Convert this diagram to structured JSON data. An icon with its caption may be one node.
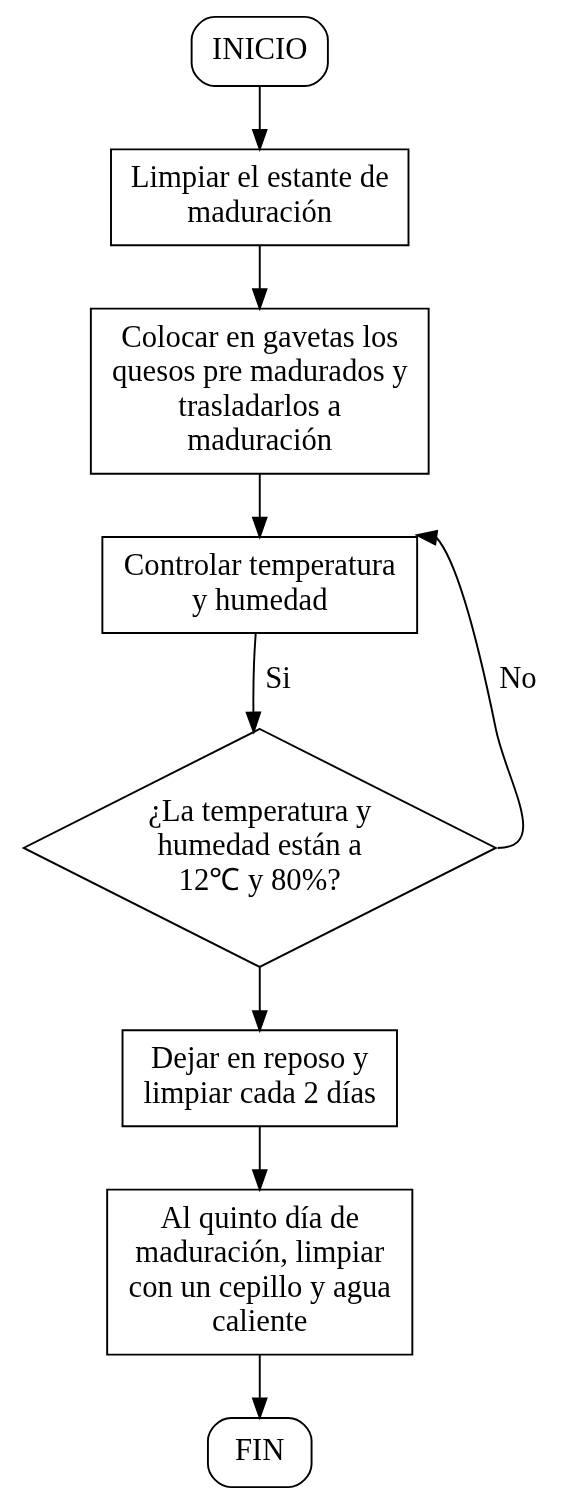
{
  "diagram": {
    "nodes": [
      {
        "text": [
          "INICIO"
        ]
      },
      {
        "text": [
          "Limpiar el estante de maduración"
        ]
      },
      {
        "text": [
          "Colocar en gavetas los quesos pre madurados y trasladarlos a maduración"
        ]
      },
      {
        "text": [
          "Controlar temperatura y humedad"
        ]
      },
      {
        "text": [
          "¿La temperatura y humedad están a 12℃ y 80%?"
        ]
      },
      {
        "text": [
          "Dejar en reposo y limpiar cada 2 días"
        ]
      },
      {
        "text": [
          "Al quinto día de maduración, limpiar con un cepillo y agua caliente"
        ]
      },
      {
        "text": [
          "FIN"
        ]
      }
    ],
    "edges": [
      {
        "from": 0,
        "to": 1,
        "arrow": "to"
      },
      {
        "from": 1,
        "to": 2,
        "arrow": "to"
      },
      {
        "from": 2,
        "to": 3,
        "arrow": "to"
      },
      {
        "from": 3,
        "to": 4,
        "arrow": "to",
        "label": "Si"
      },
      {
        "from": 4,
        "to": 3,
        "arrow": "to",
        "label": "No"
      },
      {
        "from": 4,
        "to": 5,
        "arrow": "to"
      },
      {
        "from": 5,
        "to": 6,
        "arrow": "to"
      },
      {
        "from": 6,
        "to": 7,
        "arrow": "to"
      }
    ]
  }
}
